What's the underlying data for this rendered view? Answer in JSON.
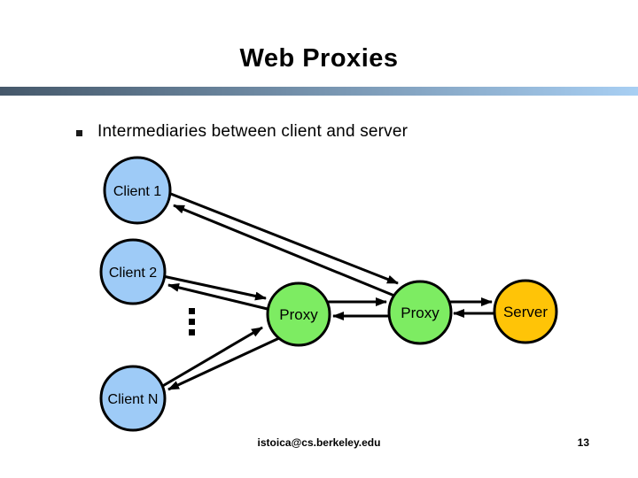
{
  "slide": {
    "title": "Web Proxies",
    "bullet": "Intermediaries between client and server"
  },
  "colors": {
    "bar_left": "#45586A",
    "bar_right": "#A8CFF3",
    "client_fill": "#9ECBF7",
    "proxy_fill": "#7DEC62",
    "server_fill": "#FFC407",
    "line_stroke": "#000000"
  },
  "diagram": {
    "nodes": {
      "client1": {
        "label": "Client 1",
        "color": "#9ECBF7"
      },
      "client2": {
        "label": "Client 2",
        "color": "#9ECBF7"
      },
      "clientN": {
        "label": "Client N",
        "color": "#9ECBF7"
      },
      "proxy1": {
        "label": "Proxy",
        "color": "#7DEC62"
      },
      "proxy2": {
        "label": "Proxy",
        "color": "#7DEC62"
      },
      "server": {
        "label": "Server",
        "color": "#FFC407"
      }
    },
    "ellipsis_icon": "vertical-ellipsis"
  },
  "footer": {
    "email": "istoica@cs.berkeley.edu",
    "page_number": "13"
  }
}
